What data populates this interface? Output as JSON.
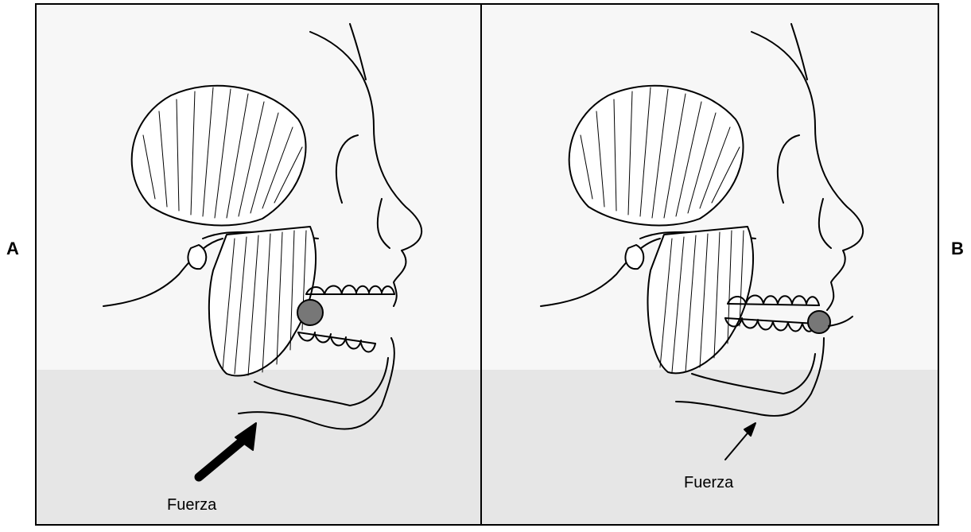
{
  "panels": [
    {
      "id": "A",
      "label": "A",
      "force_label": "Fuerza",
      "arrow": "thick"
    },
    {
      "id": "B",
      "label": "B",
      "force_label": "Fuerza",
      "arrow": "thin"
    }
  ],
  "colors": {
    "line": "#000000",
    "muscle_fill": "#ffffff",
    "ghost_background": "#ececec",
    "frame": "#000000"
  }
}
